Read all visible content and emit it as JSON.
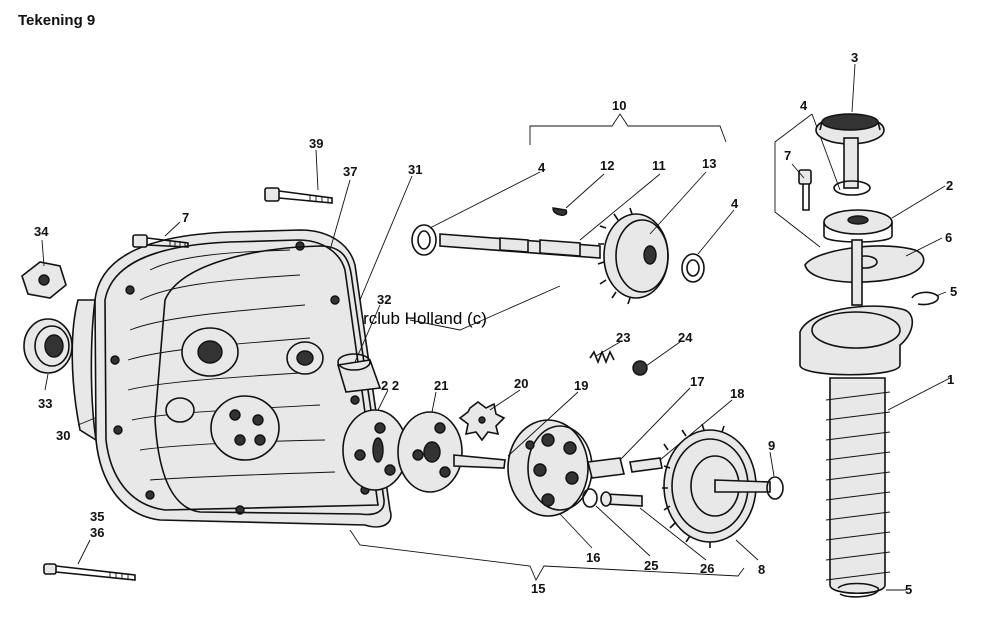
{
  "title": "Tekening 9",
  "watermark": "Condorclub Holland (c)",
  "callouts": [
    "1",
    "2",
    "3",
    "4",
    "4",
    "4",
    "5",
    "5",
    "6",
    "7",
    "7",
    "8",
    "9",
    "10",
    "11",
    "12",
    "13",
    "15",
    "16",
    "17",
    "18",
    "19",
    "20",
    "21",
    "2 2",
    "23",
    "24",
    "25",
    "26",
    "30",
    "31",
    "32",
    "33",
    "34",
    "35",
    "36",
    "37",
    "39"
  ]
}
